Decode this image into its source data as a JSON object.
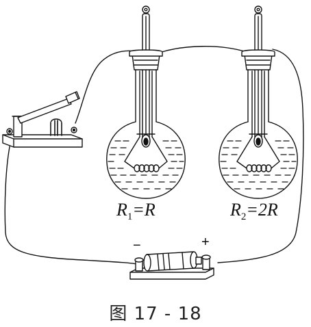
{
  "labels": {
    "r1": {
      "symbol": "R",
      "subscript": "1",
      "rest": "=R"
    },
    "r2": {
      "symbol": "R",
      "subscript": "2",
      "rest": "=2R"
    }
  },
  "battery": {
    "negative": "−",
    "positive": "+"
  },
  "caption": "图 17 - 18",
  "colors": {
    "ink": "#111111",
    "background": "#ffffff"
  },
  "icons": {
    "switch": "knife-switch-icon",
    "flask": "round-bottom-flask-icon",
    "thermometer": "thermometer-icon",
    "battery": "battery-icon"
  }
}
